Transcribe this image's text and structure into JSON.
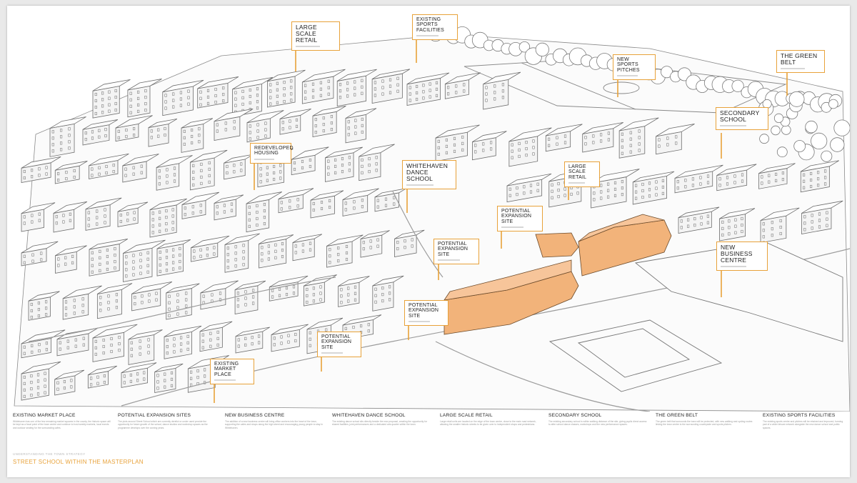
{
  "colors": {
    "accent": "#e8a23a",
    "building_highlight": "#f2b37a",
    "ink": "#555555"
  },
  "labels": [
    {
      "id": "large-scale-retail-top",
      "title": "LARGE SCALE RETAIL",
      "sub": ""
    },
    {
      "id": "existing-sports-facilities-top",
      "title": "EXISTING SPORTS FACILITIES",
      "sub": ""
    },
    {
      "id": "new-sports-pitches",
      "title": "NEW SPORTS PITCHES",
      "sub": ""
    },
    {
      "id": "the-green-belt",
      "title": "THE GREEN BELT",
      "sub": ""
    },
    {
      "id": "secondary-school",
      "title": "SECONDARY SCHOOL",
      "sub": ""
    },
    {
      "id": "redeveloped-housing",
      "title": "REDEVELOPED HOUSING",
      "sub": ""
    },
    {
      "id": "whitehaven-dance-school",
      "title": "WHITEHAVEN DANCE SCHOOL",
      "sub": ""
    },
    {
      "id": "large-scale-retail-mid",
      "title": "LARGE SCALE RETAIL",
      "sub": ""
    },
    {
      "id": "potential-expansion-site-1",
      "title": "POTENTIAL EXPANSION SITE",
      "sub": ""
    },
    {
      "id": "potential-expansion-site-2",
      "title": "POTENTIAL EXPANSION SITE",
      "sub": ""
    },
    {
      "id": "new-business-centre",
      "title": "NEW BUSINESS CENTRE",
      "sub": ""
    },
    {
      "id": "potential-expansion-site-3",
      "title": "POTENTIAL EXPANSION SITE",
      "sub": ""
    },
    {
      "id": "potential-expansion-site-4",
      "title": "POTENTIAL EXPANSION SITE",
      "sub": ""
    },
    {
      "id": "existing-market-place",
      "title": "EXISTING MARKET PLACE",
      "sub": ""
    }
  ],
  "legend": [
    {
      "heading": "EXISTING MARKET PLACE",
      "text": "Whitehaven has one of the few remaining market squares in the county, the historic space will be kept as a focal point of the town centre and continue to host weekly markets, local events and outdoor seating for the surrounding cafes."
    },
    {
      "heading": "POTENTIAL EXPANSION SITES",
      "text": "The plots around Street School which are currently derelict or under used provide the opportunity for future growth of the school, dance studios and workshop spaces as the programme develops over the coming years."
    },
    {
      "heading": "NEW BUSINESS CENTRE",
      "text": "The addition of a new business centre will bring office workers into the heart of the town, supporting the cafes and shops along the high street and encouraging young people to stay in Whitehaven."
    },
    {
      "heading": "WHITEHAVEN DANCE SCHOOL",
      "text": "The existing dance school sits directly beside the new proposal, creating the opportunity for shared facilities, joint performances and a dedicated arts quarter within the town."
    },
    {
      "heading": "LARGE SCALE RETAIL",
      "text": "Large retail units are located on the edge of the town centre, close to the main road network, allowing the smaller historic streets to be given over to independent shops and pedestrians."
    },
    {
      "heading": "SECONDARY SCHOOL",
      "text": "The existing secondary school is within walking distance of the site, giving pupils direct access to after school dance classes, workshops and the new performance spaces."
    },
    {
      "heading": "THE GREEN BELT",
      "text": "The green belt that surrounds the town will be protected, with new walking and cycling routes linking the town centre to the surrounding countryside and sports pitches."
    },
    {
      "heading": "EXISTING SPORTS FACILITIES",
      "text": "The existing sports centre and pitches will be retained and improved, forming part of a wider leisure network alongside the new dance school and public spaces."
    }
  ],
  "footer": {
    "kicker": "UNDERSTANDING THE TOWN STRATEGY",
    "title": "STREET SCHOOL WITHIN THE MASTERPLAN"
  }
}
